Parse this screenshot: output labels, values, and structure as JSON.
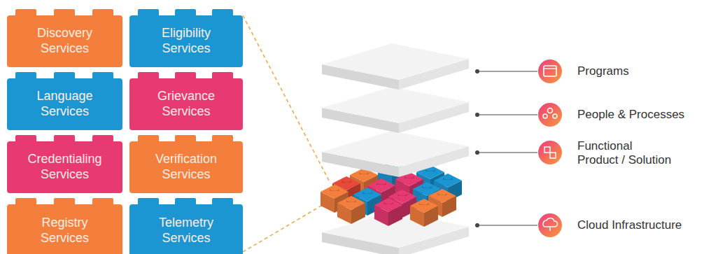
{
  "diagram": {
    "nodes": [
      {
        "text": [
          "Discovery Services"
        ]
      },
      {
        "text": [
          "Eligibility Services"
        ]
      },
      {
        "text": [
          "Language Services"
        ]
      },
      {
        "text": [
          "Grievance Services"
        ]
      },
      {
        "text": [
          "Credentialing Services"
        ]
      },
      {
        "text": [
          "Verification Services"
        ]
      },
      {
        "text": [
          "Registry Services"
        ]
      },
      {
        "text": [
          "Telemetry Services"
        ]
      }
    ],
    "labels": [
      "Programs",
      "People & Processes",
      "Functional Product / Solution",
      "Cloud Infrastructure"
    ]
  }
}
